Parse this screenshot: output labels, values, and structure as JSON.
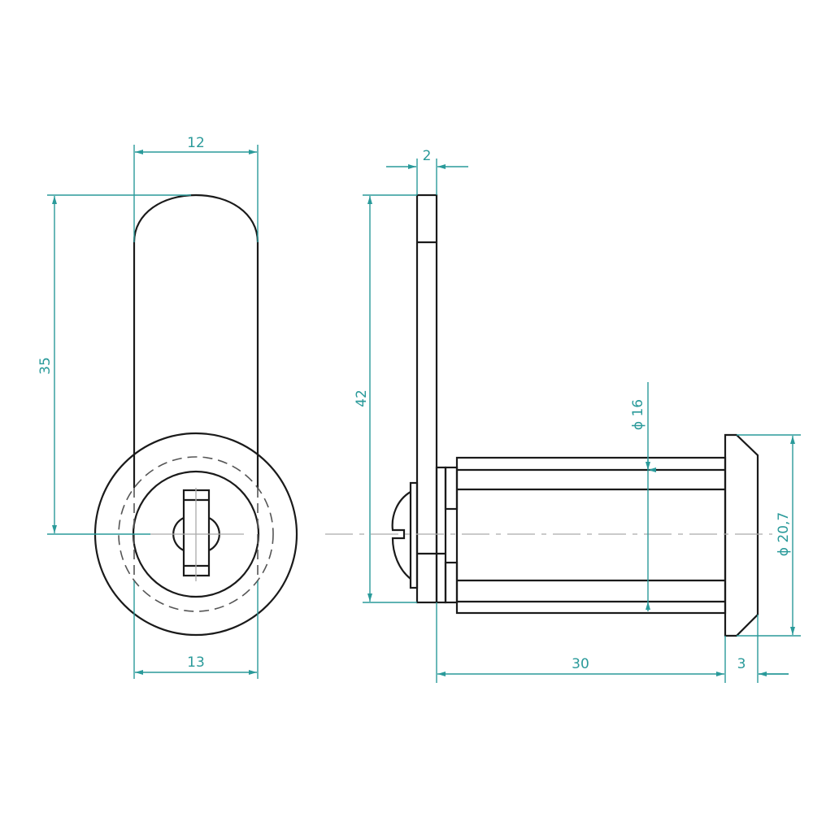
{
  "drawing": {
    "title": "Cam lock dimension drawing",
    "colors": {
      "outline": "#1a1a1a",
      "dimension": "#2a9a9a",
      "centerline": "#aaaaaa"
    },
    "front_view": {
      "dim_width_top": "12",
      "dim_width_bottom": "13",
      "dim_height": "35"
    },
    "side_view": {
      "dim_height": "42",
      "dim_cam_thickness": "2",
      "dim_body_diameter": "ϕ 16",
      "dim_flange_diameter": "ϕ 20,7",
      "dim_body_length": "30",
      "dim_flange_thickness": "3"
    }
  }
}
